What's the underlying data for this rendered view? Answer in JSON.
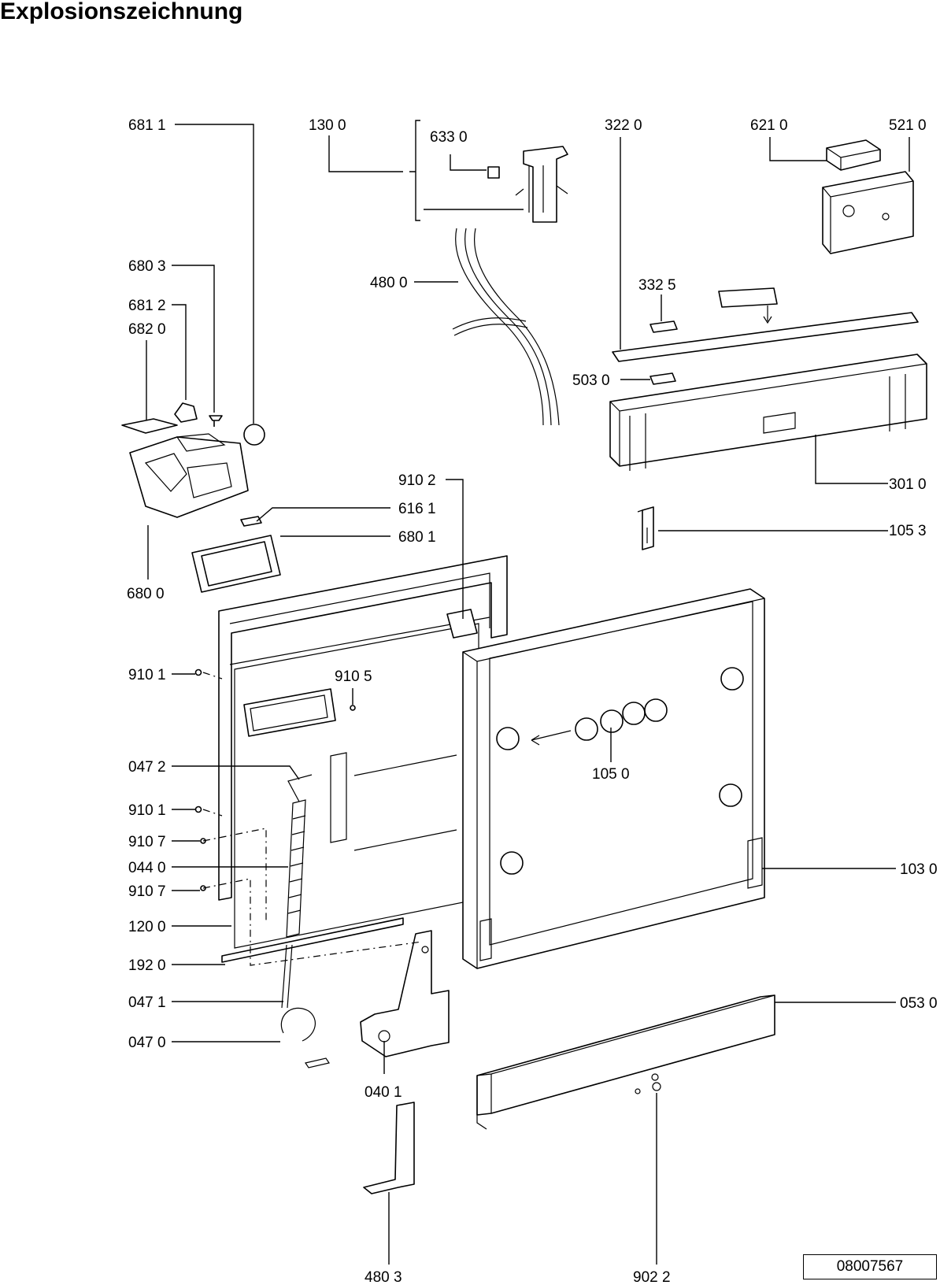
{
  "title": "Explosionszeichnung",
  "doc_number": "08007567",
  "part_labels": {
    "l6811": "681 1",
    "l1300": "130 0",
    "l6330": "633 0",
    "l3220": "322  0",
    "l6210": "621 0",
    "l5210": "521 0",
    "l6803": "680 3",
    "l4800": "480 0",
    "l3325": "332 5",
    "l6812": "681 2",
    "l6820": "682 0",
    "l5030": "503  0",
    "l3010": "301 0",
    "l9102": "910 2",
    "l6161": "616 1",
    "l1053": "105 3",
    "l6801": "680 1",
    "l6800": "680 0",
    "l9101a": "910 1",
    "l9105": "910 5",
    "l1050": "105 0",
    "l0472": "047 2",
    "l9101b": "910 1",
    "l9107a": "910 7",
    "l0440": "044 0",
    "l9107b": "910 7",
    "l1030": "103 0",
    "l1200": "120 0",
    "l1920": "192 0",
    "l0471": "047 1",
    "l0530": "053 0",
    "l0470": "047 0",
    "l0401": "040 1",
    "l4803": "480 3",
    "l9022": "902 2"
  }
}
